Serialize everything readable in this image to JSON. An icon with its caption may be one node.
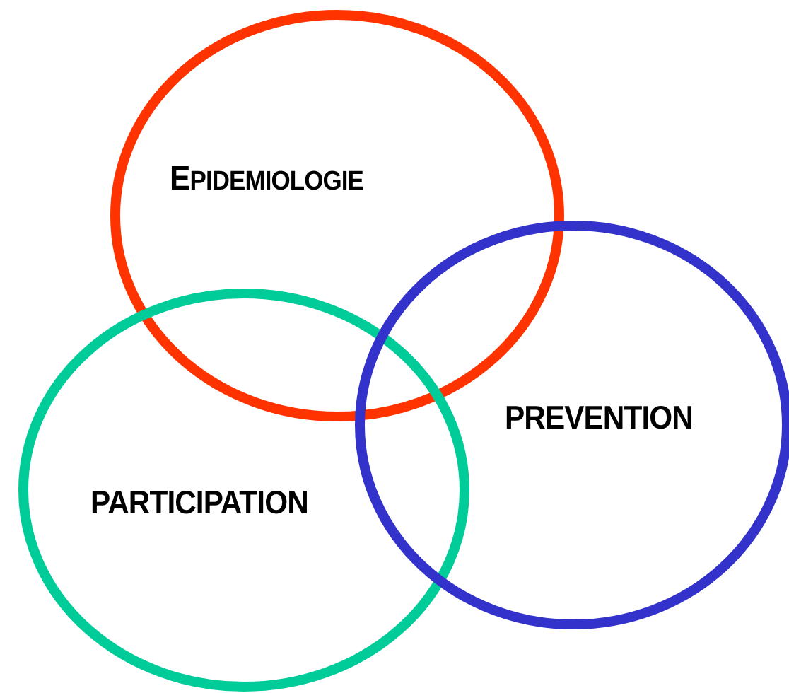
{
  "diagram": {
    "nodes": [
      {
        "text": [
          "EPIDEMIOLOGIE"
        ]
      },
      {
        "text": [
          "PARTICIPATION"
        ]
      },
      {
        "text": [
          "PREVENTION"
        ]
      }
    ]
  }
}
